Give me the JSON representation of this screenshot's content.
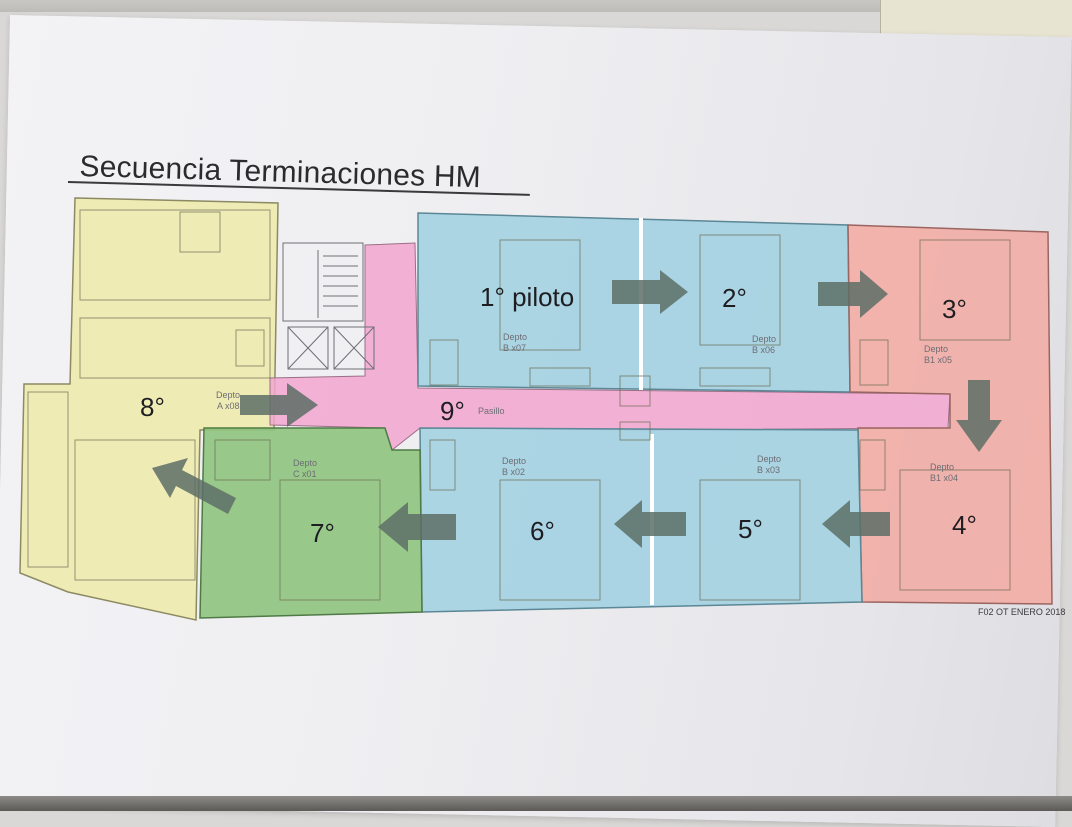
{
  "title": "Secuencia Terminaciones HM",
  "footer_code": "F02 OT ENERO 2018",
  "zones": [
    {
      "order": "1° piloto",
      "color": "#9fd0e0"
    },
    {
      "order": "2°",
      "color": "#9fd0e0"
    },
    {
      "order": "3°",
      "color": "#f2a9a1"
    },
    {
      "order": "4°",
      "color": "#f2a9a1"
    },
    {
      "order": "5°",
      "color": "#9fd0e0"
    },
    {
      "order": "6°",
      "color": "#9fd0e0"
    },
    {
      "order": "7°",
      "color": "#8fc47e"
    },
    {
      "order": "8°",
      "color": "#eeeaa8"
    },
    {
      "order": "9°",
      "color": "#f2a6cf"
    }
  ],
  "corridor_label": "Pasillo",
  "units": [
    {
      "name": "Depto",
      "code": "A x08"
    },
    {
      "name": "Depto",
      "code": "B x07"
    },
    {
      "name": "Depto",
      "code": "B x06"
    },
    {
      "name": "Depto",
      "code": "B1 x05"
    },
    {
      "name": "Depto",
      "code": "B1 x04"
    },
    {
      "name": "Depto",
      "code": "B x03"
    },
    {
      "name": "Depto",
      "code": "B x02"
    },
    {
      "name": "Depto",
      "code": "C x01"
    }
  ],
  "colors": {
    "yellow": "#eeeaa8",
    "blue": "#9fd0e0",
    "red": "#f2a9a1",
    "green": "#8fc47e",
    "pink": "#f2a6cf",
    "arrow": "#5d6e66"
  },
  "icons": [
    "arrow-icon"
  ]
}
